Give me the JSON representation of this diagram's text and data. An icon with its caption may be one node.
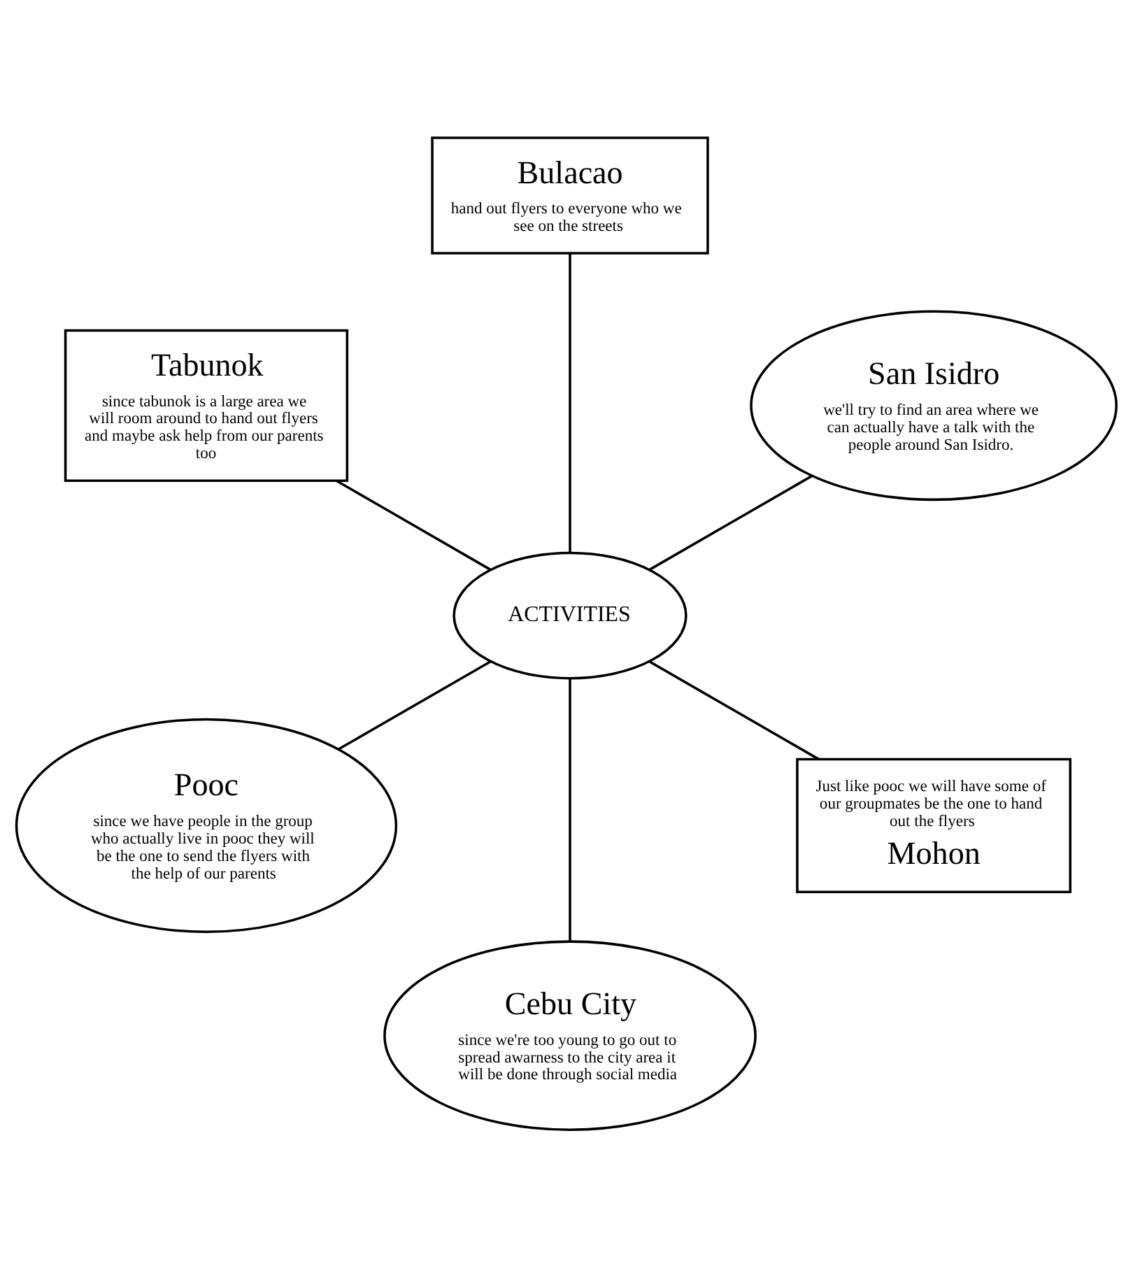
{
  "diagram": {
    "nodes": [
      {
        "text": [
          "ACTIVITIES"
        ]
      },
      {
        "text": [
          "San Isidro",
          "we'll try to find an area where we can actually have a talk with the people around San Isidro."
        ]
      },
      {
        "text": [
          "Bulacao",
          "hand out flyers to everyone who we see on the streets"
        ]
      },
      {
        "text": [
          "Tabunok",
          "since tabunok is a large area we will room around to hand out flyers and maybe ask help from our parents too"
        ]
      },
      {
        "text": [
          "Pooc",
          "since we have people in the group who actually live in pooc they will be the one to send the flyers with the help of our parents"
        ]
      },
      {
        "text": [
          "Cebu City",
          "since we're too young to go out to spread awarness to the city area it will be done through social media"
        ]
      },
      {
        "text": [
          "Just like pooc we will have some of our groupmates be the one to hand out the flyers",
          "Mohon"
        ]
      }
    ],
    "edges": [
      {
        "from": 0,
        "to": 1,
        "arrow": "none"
      },
      {
        "from": 0,
        "to": 2,
        "arrow": "none"
      },
      {
        "from": 0,
        "to": 3,
        "arrow": "none"
      },
      {
        "from": 0,
        "to": 4,
        "arrow": "none"
      },
      {
        "from": 0,
        "to": 5,
        "arrow": "none"
      },
      {
        "from": 0,
        "to": 6,
        "arrow": "none"
      }
    ]
  }
}
